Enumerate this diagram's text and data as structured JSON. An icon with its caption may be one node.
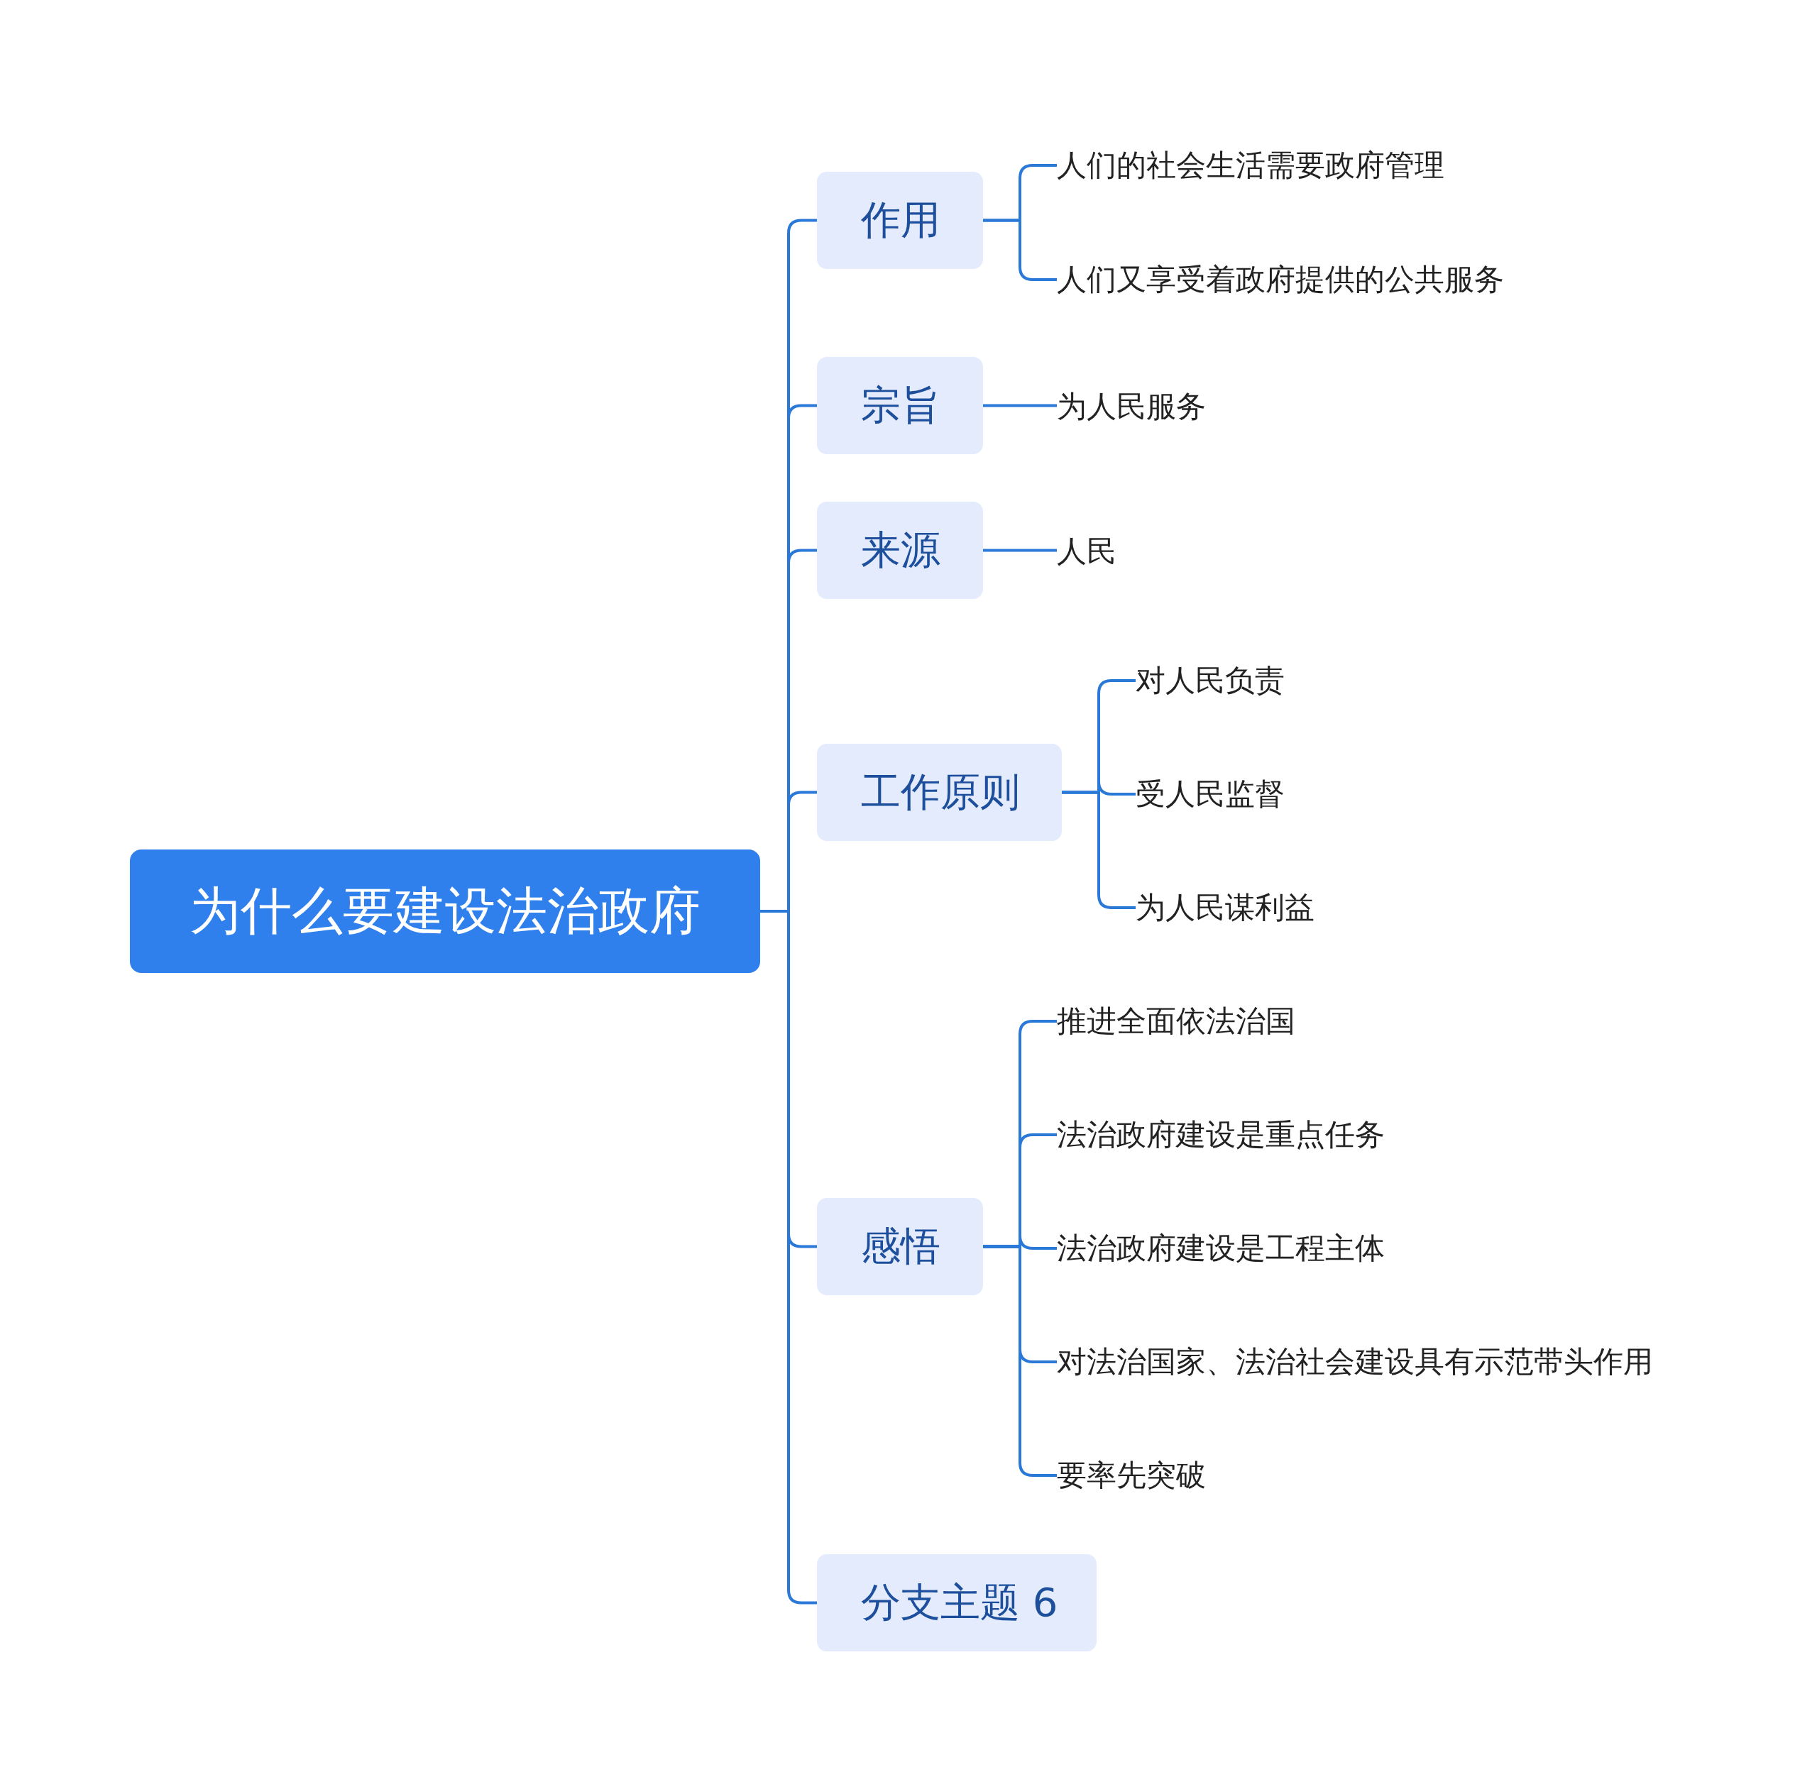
{
  "diagram": {
    "nodes": [
      {
        "text": [
          "为什么要建设法治政府"
        ]
      },
      {
        "text": [
          "作用"
        ]
      },
      {
        "text": [
          "人们的社会生活需要政府管理"
        ]
      },
      {
        "text": [
          "人们又享受着政府提供的公共服务"
        ]
      },
      {
        "text": [
          "宗旨"
        ]
      },
      {
        "text": [
          "为人民服务"
        ]
      },
      {
        "text": [
          "来源"
        ]
      },
      {
        "text": [
          "人民"
        ]
      },
      {
        "text": [
          "工作原则"
        ]
      },
      {
        "text": [
          "对人民负责"
        ]
      },
      {
        "text": [
          "受人民监督"
        ]
      },
      {
        "text": [
          "为人民谋利益"
        ]
      },
      {
        "text": [
          "感悟"
        ]
      },
      {
        "text": [
          "推进全面依法治国"
        ]
      },
      {
        "text": [
          "法治政府建设是重点任务"
        ]
      },
      {
        "text": [
          "法治政府建设是工程主体"
        ]
      },
      {
        "text": [
          "对法治国家、法治社会建设具有示范带头作用"
        ]
      },
      {
        "text": [
          "要率先突破"
        ]
      },
      {
        "text": [
          "分支主题 6"
        ]
      }
    ],
    "edges": [
      {
        "from": 0,
        "to": 1,
        "arrow": "none"
      },
      {
        "from": 0,
        "to": 4,
        "arrow": "none"
      },
      {
        "from": 0,
        "to": 6,
        "arrow": "none"
      },
      {
        "from": 0,
        "to": 8,
        "arrow": "none"
      },
      {
        "from": 0,
        "to": 12,
        "arrow": "none"
      },
      {
        "from": 0,
        "to": 18,
        "arrow": "none"
      },
      {
        "from": 1,
        "to": 2,
        "arrow": "none"
      },
      {
        "from": 1,
        "to": 3,
        "arrow": "none"
      },
      {
        "from": 4,
        "to": 5,
        "arrow": "none"
      },
      {
        "from": 6,
        "to": 7,
        "arrow": "none"
      },
      {
        "from": 8,
        "to": 9,
        "arrow": "none"
      },
      {
        "from": 8,
        "to": 10,
        "arrow": "none"
      },
      {
        "from": 8,
        "to": 11,
        "arrow": "none"
      },
      {
        "from": 12,
        "to": 13,
        "arrow": "none"
      },
      {
        "from": 12,
        "to": 14,
        "arrow": "none"
      },
      {
        "from": 12,
        "to": 15,
        "arrow": "none"
      },
      {
        "from": 12,
        "to": 16,
        "arrow": "none"
      },
      {
        "from": 12,
        "to": 17,
        "arrow": "none"
      }
    ]
  }
}
